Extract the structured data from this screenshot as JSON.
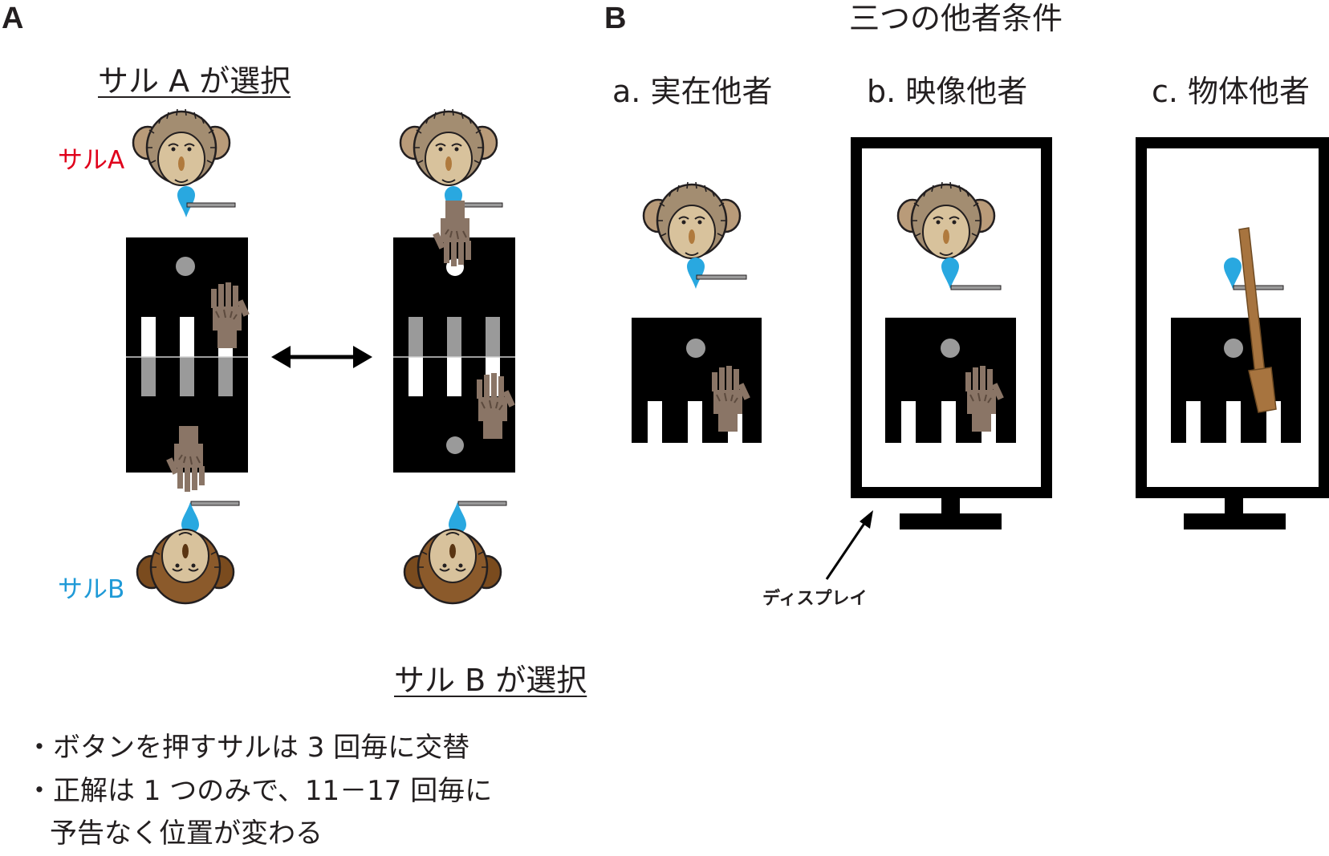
{
  "panel_a": {
    "letter": "A",
    "title_a_chooses": "サル A が選択",
    "title_b_chooses": "サル B が選択",
    "monkey_a_label": "サルA",
    "monkey_b_label": "サルB",
    "monkey_a_color": "#e0001b",
    "monkey_b_color": "#1f9ad7",
    "notes": [
      "・ボタンを押すサルは 3 回毎に交替",
      "・正解は 1 つのみで、11－17 回毎に",
      "予告なく位置が変わる"
    ]
  },
  "panel_b": {
    "letter": "B",
    "title": "三つの他者条件",
    "conditions": [
      "a. 実在他者",
      "b. 映像他者",
      "c. 物体他者"
    ],
    "display_label": "ディスプレイ"
  },
  "colors": {
    "juice": "#29a8e0",
    "monkey_fur_light": "#a38d71",
    "monkey_face": "#d8c29c",
    "monkey_fur_dark": "#7a4b1e",
    "hand": "#8a7566",
    "stick": "#a7743f",
    "gray_mark": "#9a9a9a"
  }
}
